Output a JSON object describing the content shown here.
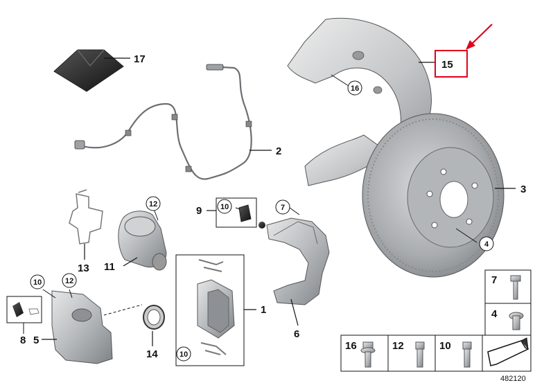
{
  "diagram": {
    "labels": {
      "l1": "1",
      "l2": "2",
      "l3": "3",
      "l4": "4",
      "l5": "5",
      "l6": "6",
      "l7": "7",
      "l8": "8",
      "l9": "9",
      "l10a": "10",
      "l10b": "10",
      "l10c": "10",
      "l11": "11",
      "l12a": "12",
      "l12b": "12",
      "l13": "13",
      "l14": "14",
      "l15": "15",
      "l16": "16",
      "l17": "17"
    },
    "legend": {
      "b7": "7",
      "b4": "4",
      "b16": "16",
      "b12": "12",
      "b10": "10"
    },
    "drawing_id": "482120",
    "colors": {
      "highlight": "#e0001a",
      "part_fill": "#b9bcbf",
      "line": "#111111"
    }
  }
}
